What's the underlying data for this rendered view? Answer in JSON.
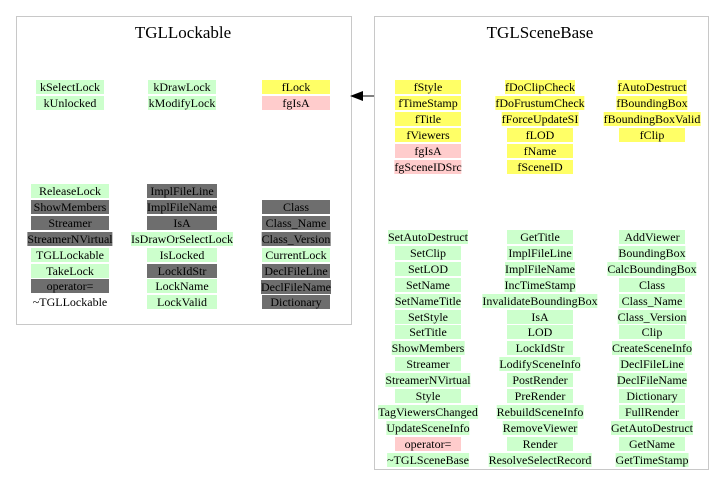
{
  "left": {
    "title": "TGLLockable",
    "data_members": [
      {
        "text": "kSelectLock",
        "color": "green"
      },
      {
        "text": "kUnlocked",
        "color": "green"
      },
      {
        "text": "kDrawLock",
        "color": "green"
      },
      {
        "text": "kModifyLock",
        "color": "green"
      },
      {
        "text": "fLock",
        "color": "yellow"
      },
      {
        "text": "fgIsA",
        "color": "pink"
      }
    ],
    "methods": [
      {
        "text": "ReleaseLock",
        "color": "green"
      },
      {
        "text": "ShowMembers",
        "color": "gray"
      },
      {
        "text": "Streamer",
        "color": "gray"
      },
      {
        "text": "StreamerNVirtual",
        "color": "gray"
      },
      {
        "text": "TGLLockable",
        "color": "green"
      },
      {
        "text": "TakeLock",
        "color": "green"
      },
      {
        "text": "operator=",
        "color": "gray"
      },
      {
        "text": "~TGLLockable",
        "color": "white"
      },
      {
        "text": "ImplFileLine",
        "color": "gray"
      },
      {
        "text": "ImplFileName",
        "color": "gray"
      },
      {
        "text": "IsA",
        "color": "gray"
      },
      {
        "text": "IsDrawOrSelectLock",
        "color": "green"
      },
      {
        "text": "IsLocked",
        "color": "green"
      },
      {
        "text": "LockIdStr",
        "color": "gray"
      },
      {
        "text": "LockName",
        "color": "green"
      },
      {
        "text": "LockValid",
        "color": "green"
      },
      {
        "text": "Class",
        "color": "gray"
      },
      {
        "text": "Class_Name",
        "color": "gray"
      },
      {
        "text": "Class_Version",
        "color": "gray"
      },
      {
        "text": "CurrentLock",
        "color": "green"
      },
      {
        "text": "DeclFileLine",
        "color": "gray"
      },
      {
        "text": "DeclFileName",
        "color": "gray"
      },
      {
        "text": "Dictionary",
        "color": "gray"
      }
    ]
  },
  "right": {
    "title": "TGLSceneBase",
    "data_members": [
      {
        "text": "fStyle",
        "color": "yellow"
      },
      {
        "text": "fTimeStamp",
        "color": "yellow"
      },
      {
        "text": "fTitle",
        "color": "yellow"
      },
      {
        "text": "fViewers",
        "color": "yellow"
      },
      {
        "text": "fgIsA",
        "color": "pink"
      },
      {
        "text": "fgSceneIDSrc",
        "color": "pink"
      },
      {
        "text": "fDoClipCheck",
        "color": "yellow"
      },
      {
        "text": "fDoFrustumCheck",
        "color": "yellow"
      },
      {
        "text": "fForceUpdateSI",
        "color": "yellow"
      },
      {
        "text": "fLOD",
        "color": "yellow"
      },
      {
        "text": "fName",
        "color": "yellow"
      },
      {
        "text": "fSceneID",
        "color": "yellow"
      },
      {
        "text": "fAutoDestruct",
        "color": "yellow"
      },
      {
        "text": "fBoundingBox",
        "color": "yellow"
      },
      {
        "text": "fBoundingBoxValid",
        "color": "yellow"
      },
      {
        "text": "fClip",
        "color": "yellow"
      }
    ],
    "methods": [
      {
        "text": "SetAutoDestruct",
        "color": "green"
      },
      {
        "text": "SetClip",
        "color": "green"
      },
      {
        "text": "SetLOD",
        "color": "green"
      },
      {
        "text": "SetName",
        "color": "green"
      },
      {
        "text": "SetNameTitle",
        "color": "green"
      },
      {
        "text": "SetStyle",
        "color": "green"
      },
      {
        "text": "SetTitle",
        "color": "green"
      },
      {
        "text": "ShowMembers",
        "color": "green"
      },
      {
        "text": "Streamer",
        "color": "green"
      },
      {
        "text": "StreamerNVirtual",
        "color": "green"
      },
      {
        "text": "Style",
        "color": "green"
      },
      {
        "text": "TagViewersChanged",
        "color": "green"
      },
      {
        "text": "UpdateSceneInfo",
        "color": "green"
      },
      {
        "text": "operator=",
        "color": "pink"
      },
      {
        "text": "~TGLSceneBase",
        "color": "green"
      },
      {
        "text": "GetTitle",
        "color": "green"
      },
      {
        "text": "ImplFileLine",
        "color": "green"
      },
      {
        "text": "ImplFileName",
        "color": "green"
      },
      {
        "text": "IncTimeStamp",
        "color": "green"
      },
      {
        "text": "InvalidateBoundingBox",
        "color": "green"
      },
      {
        "text": "IsA",
        "color": "green"
      },
      {
        "text": "LOD",
        "color": "green"
      },
      {
        "text": "LockIdStr",
        "color": "green"
      },
      {
        "text": "LodifySceneInfo",
        "color": "green"
      },
      {
        "text": "PostRender",
        "color": "green"
      },
      {
        "text": "PreRender",
        "color": "green"
      },
      {
        "text": "RebuildSceneInfo",
        "color": "green"
      },
      {
        "text": "RemoveViewer",
        "color": "green"
      },
      {
        "text": "Render",
        "color": "green"
      },
      {
        "text": "ResolveSelectRecord",
        "color": "green"
      },
      {
        "text": "AddViewer",
        "color": "green"
      },
      {
        "text": "BoundingBox",
        "color": "green"
      },
      {
        "text": "CalcBoundingBox",
        "color": "green"
      },
      {
        "text": "Class",
        "color": "green"
      },
      {
        "text": "Class_Name",
        "color": "green"
      },
      {
        "text": "Class_Version",
        "color": "green"
      },
      {
        "text": "Clip",
        "color": "green"
      },
      {
        "text": "CreateSceneInfo",
        "color": "green"
      },
      {
        "text": "DeclFileLine",
        "color": "green"
      },
      {
        "text": "DeclFileName",
        "color": "green"
      },
      {
        "text": "Dictionary",
        "color": "green"
      },
      {
        "text": "FullRender",
        "color": "green"
      },
      {
        "text": "GetAutoDestruct",
        "color": "green"
      },
      {
        "text": "GetName",
        "color": "green"
      },
      {
        "text": "GetTimeStamp",
        "color": "green"
      }
    ]
  },
  "edge": {
    "from": "TGLSceneBase",
    "to": "TGLLockable",
    "type": "inheritance-arrow"
  }
}
